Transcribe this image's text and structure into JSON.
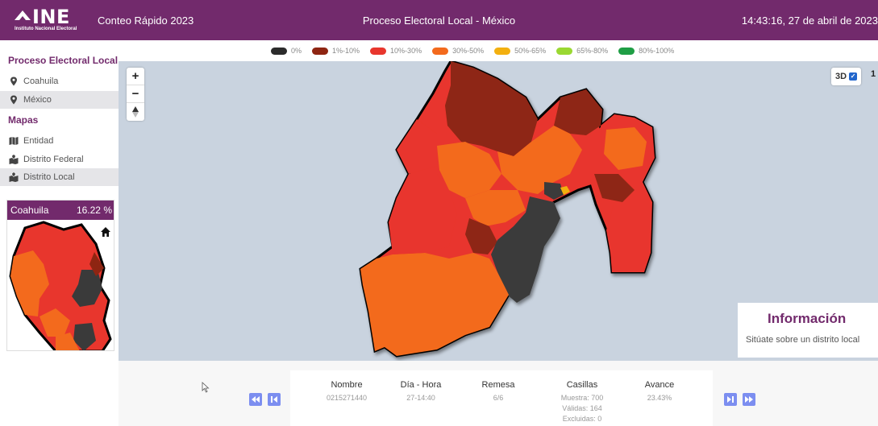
{
  "header": {
    "logo_text": "INE",
    "logo_subtitle": "Instituto Nacional Electoral",
    "app_title": "Conteo Rápido 2023",
    "page_title": "Proceso Electoral Local - México",
    "clock": "14:43:16, 27 de abril de 2023"
  },
  "legend": [
    {
      "label": "0%",
      "color": "#2b2b2b"
    },
    {
      "label": "1%-10%",
      "color": "#8e2512"
    },
    {
      "label": "10%-30%",
      "color": "#e8362d"
    },
    {
      "label": "30%-50%",
      "color": "#f36a1d"
    },
    {
      "label": "50%-65%",
      "color": "#f3b010"
    },
    {
      "label": "65%-80%",
      "color": "#9ad832"
    },
    {
      "label": "80%-100%",
      "color": "#1f9e45"
    }
  ],
  "sidebar": {
    "section_process": "Proceso Electoral Local",
    "process_items": [
      {
        "label": "Coahuila",
        "icon": "map-pin-icon"
      },
      {
        "label": "México",
        "icon": "map-pin-icon"
      }
    ],
    "section_maps": "Mapas",
    "map_items": [
      {
        "label": "Entidad",
        "icon": "map-icon"
      },
      {
        "label": "Distrito Federal",
        "icon": "districts-icon"
      },
      {
        "label": "Distrito Local",
        "icon": "districts-icon"
      }
    ],
    "mini_map": {
      "title": "Coahuila",
      "percent": "16.22 %"
    }
  },
  "map": {
    "zoom_in": "+",
    "zoom_out": "−",
    "view_3d_label": "3D",
    "view_3d_checked": true,
    "extra_control": "1",
    "info_title": "Información",
    "info_text": "Sitúate sobre un distrito local"
  },
  "summary": {
    "nombre_label": "Nombre",
    "nombre_value": "0215271440",
    "dia_label": "Día - Hora",
    "dia_value": "27-14:40",
    "remesa_label": "Remesa",
    "remesa_value": "6/6",
    "casillas_label": "Casillas",
    "casillas_muestra": "Muestra: 700",
    "casillas_validas": "Válidas: 164",
    "casillas_excluidas": "Excluidas: 0",
    "avance_label": "Avance",
    "avance_value": "23.43%"
  },
  "colors": {
    "brand": "#722a6c",
    "map_background": "#c9d3df",
    "nav_button": "#7c8ef0"
  }
}
